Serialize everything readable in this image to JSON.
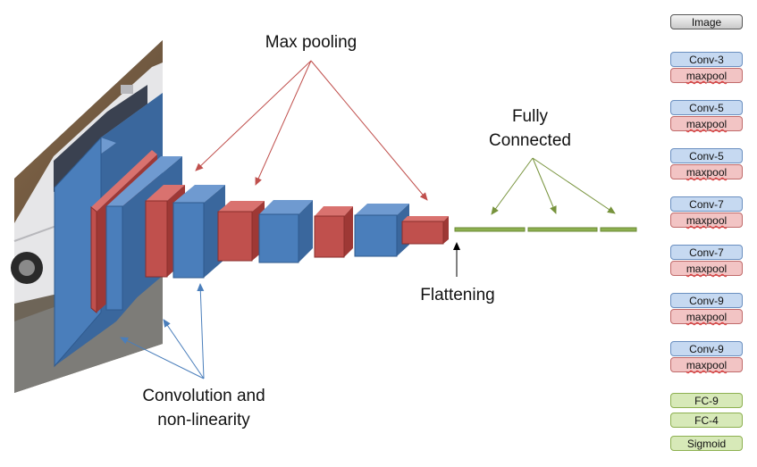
{
  "annotations": {
    "max_pooling": "Max pooling",
    "fully_connected_line1": "Fully",
    "fully_connected_line2": "Connected",
    "flattening": "Flattening",
    "convolution_line1": "Convolution and",
    "convolution_line2": "non-linearity"
  },
  "legend": [
    {
      "label": "Image",
      "kind": "image"
    },
    {
      "label": "Conv-3",
      "kind": "conv"
    },
    {
      "label": "maxpool",
      "kind": "pool"
    },
    {
      "label": "Conv-5",
      "kind": "conv"
    },
    {
      "label": "maxpool",
      "kind": "pool"
    },
    {
      "label": "Conv-5",
      "kind": "conv"
    },
    {
      "label": "maxpool",
      "kind": "pool"
    },
    {
      "label": "Conv-7",
      "kind": "conv"
    },
    {
      "label": "maxpool",
      "kind": "pool"
    },
    {
      "label": "Conv-7",
      "kind": "conv"
    },
    {
      "label": "maxpool",
      "kind": "pool"
    },
    {
      "label": "Conv-9",
      "kind": "conv"
    },
    {
      "label": "maxpool",
      "kind": "pool"
    },
    {
      "label": "Conv-9",
      "kind": "conv"
    },
    {
      "label": "maxpool",
      "kind": "pool"
    },
    {
      "label": "FC-9",
      "kind": "fc"
    },
    {
      "label": "FC-4",
      "kind": "fc"
    },
    {
      "label": "Sigmoid",
      "kind": "fc"
    }
  ],
  "colors": {
    "conv_front": "#4a7ebb",
    "conv_top": "#6f9ad0",
    "conv_side": "#3a679d",
    "pool_front": "#c0504d",
    "pool_top": "#d9726f",
    "pool_side": "#9e3835",
    "fc": "#8db050",
    "arrow_red": "#c0504d",
    "arrow_blue": "#4a7ebb",
    "arrow_green": "#77933c"
  },
  "icons": {
    "input_image": "car-photo-icon"
  }
}
